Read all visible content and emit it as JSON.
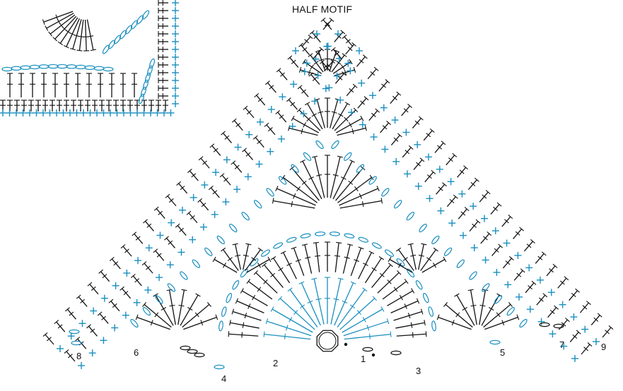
{
  "title": "HALF MOTIF",
  "rounds": [
    {
      "label": "1"
    },
    {
      "label": "2"
    },
    {
      "label": "3"
    },
    {
      "label": "4"
    },
    {
      "label": "5"
    },
    {
      "label": "6"
    },
    {
      "label": "7"
    },
    {
      "label": "8"
    },
    {
      "label": "9"
    }
  ],
  "colors": {
    "ink": "#111111",
    "accent": "#1a8fc0",
    "background": "#ffffff"
  },
  "symbols": [
    "chain-stitch-icon",
    "double-crochet-icon",
    "single-crochet-icon",
    "slip-stitch-dot-icon"
  ]
}
